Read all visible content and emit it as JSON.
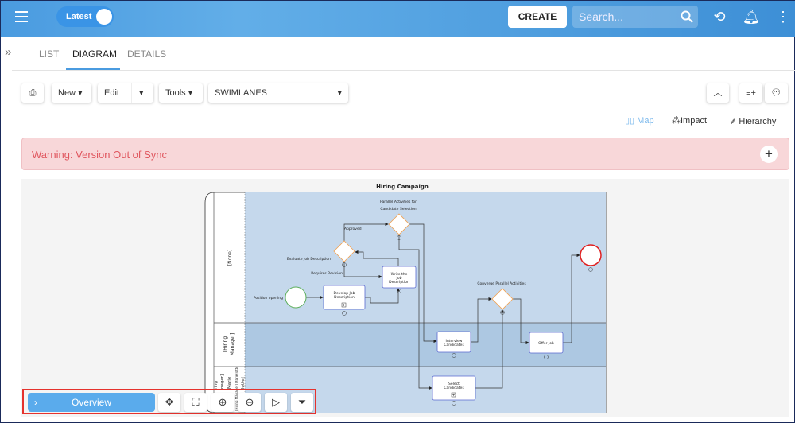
{
  "header": {
    "version_toggle": "Latest",
    "create_label": "CREATE",
    "search_placeholder": "Search..."
  },
  "tabs": [
    {
      "label": "LIST"
    },
    {
      "label": "DIAGRAM",
      "active": true
    },
    {
      "label": "DETAILS"
    }
  ],
  "toolbar": {
    "new_label": "New",
    "edit_label": "Edit",
    "tools_label": "Tools",
    "view_select": "SWIMLANES"
  },
  "view_links": {
    "map": "Map",
    "impact": "Impact",
    "hierarchy": "Hierarchy"
  },
  "warning": {
    "text": "Warning: Version Out of Sync"
  },
  "diagram": {
    "title": "Hiring Campaign",
    "lanes": [
      "[None]",
      "[Hiring Manager]",
      "[Hiring Manager] Marie lotte]"
    ],
    "lane3_lines": [
      "iring",
      "nager]",
      "Marie",
      "lotte]"
    ],
    "lane2_lines": [
      "[Hiring",
      "Manager]"
    ],
    "nodes": {
      "develop": [
        "Develop Job",
        "Description"
      ],
      "write": [
        "Write the",
        "Job",
        "Description"
      ],
      "interview": [
        "Interview",
        "Candidates"
      ],
      "offer": "Offer Job",
      "select": [
        "Select",
        "Candidates"
      ]
    },
    "labels": {
      "parallel": [
        "Parallel Activities for",
        "Candidate Selection"
      ],
      "approved": "Approved",
      "evaluate": "Evaluate Job Description",
      "requires": "Requires Revision",
      "position": "Position opening",
      "converge": "Converge Parallel Activities"
    }
  },
  "bottom_toolbar": {
    "overview_label": "Overview"
  },
  "colors": {
    "header": "#4a9be0",
    "lane": "#c5d8ec",
    "lane_alt": "#adc8e2",
    "warning_bg": "#f8d7d9",
    "warning_text": "#e0575f"
  }
}
